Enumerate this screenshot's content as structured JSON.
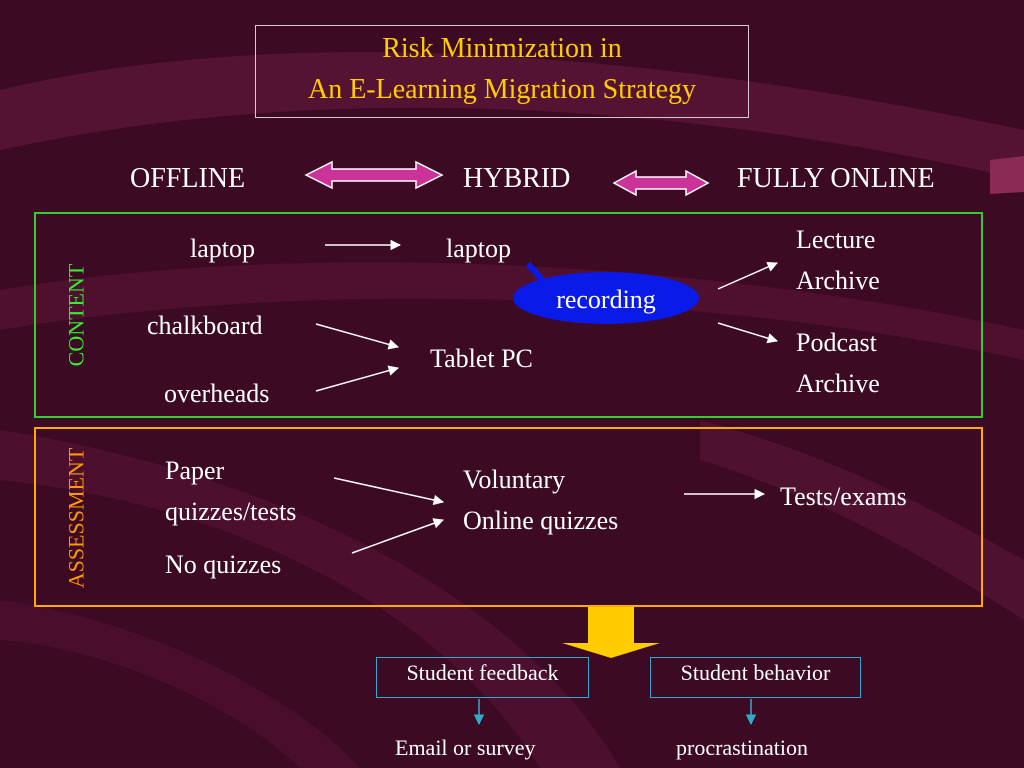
{
  "title": {
    "line1": "Risk Minimization in",
    "line2": "An E-Learning Migration Strategy"
  },
  "spectrum": {
    "offline": "OFFLINE",
    "hybrid": "HYBRID",
    "online": "FULLY ONLINE"
  },
  "content": {
    "label": "CONTENT",
    "laptop_left": "laptop",
    "laptop_right": "laptop",
    "chalkboard": "chalkboard",
    "overheads": "overheads",
    "tablet": "Tablet PC",
    "recording": "recording",
    "lecture_archive": [
      "Lecture",
      "Archive"
    ],
    "podcast_archive": [
      "Podcast",
      "Archive"
    ]
  },
  "assessment": {
    "label": "ASSESSMENT",
    "paper": [
      "Paper",
      "quizzes/tests"
    ],
    "no_quizzes": "No quizzes",
    "voluntary": [
      "Voluntary",
      "Online quizzes"
    ],
    "tests": "Tests/exams"
  },
  "outcomes": {
    "feedback": "Student feedback",
    "behavior": "Student behavior",
    "email": "Email or survey",
    "procrastination": "procrastination"
  },
  "colors": {
    "title_text": "#ffcc00",
    "content_border": "#33cc33",
    "content_label": "#33ee33",
    "assessment_border": "#ffaa00",
    "assessment_label": "#ff9900",
    "double_arrow": "#cc3399",
    "recording_fill": "#0a1ae8",
    "down_arrow": "#ffcc00",
    "outcome_border": "#33aacc"
  }
}
